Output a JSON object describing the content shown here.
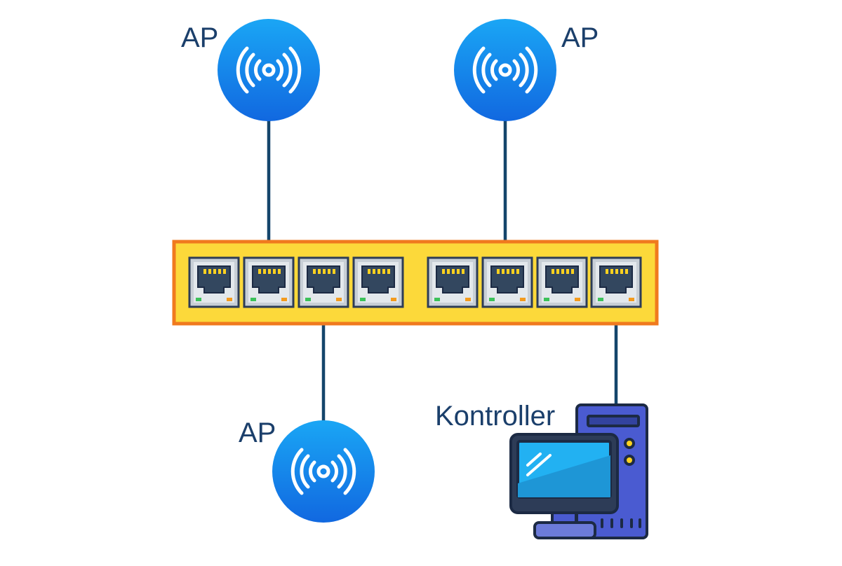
{
  "diagram": {
    "nodes": [
      {
        "id": "ap-1",
        "type": "access-point",
        "label": "AP",
        "icon": "wireless-signal-icon"
      },
      {
        "id": "ap-2",
        "type": "access-point",
        "label": "AP",
        "icon": "wireless-signal-icon"
      },
      {
        "id": "ap-3",
        "type": "access-point",
        "label": "AP",
        "icon": "wireless-signal-icon"
      },
      {
        "id": "controller",
        "type": "computer",
        "label": "Kontroller",
        "icon": "desktop-computer-icon"
      },
      {
        "id": "switch",
        "type": "network-switch",
        "ports": 8,
        "icon": "ethernet-port-icon"
      }
    ],
    "links": [
      {
        "from": "ap-1",
        "to": "switch",
        "port": 2
      },
      {
        "from": "ap-2",
        "to": "switch",
        "port": 6
      },
      {
        "from": "ap-3",
        "to": "switch",
        "port": 3
      },
      {
        "from": "controller",
        "to": "switch",
        "port": 8
      }
    ]
  },
  "colors": {
    "switch_body": "#fcd93a",
    "switch_border": "#f07a1e",
    "port_frame": "#c8cfd6",
    "port_jack": "#33475f",
    "cable": "#14456b",
    "ap_gradient_light": "#1aa6f5",
    "ap_gradient_dark": "#1168e0",
    "tower_body": "#4a5bd1",
    "monitor_screen": "#22b1f2",
    "label_text": "#1b3f6b"
  }
}
